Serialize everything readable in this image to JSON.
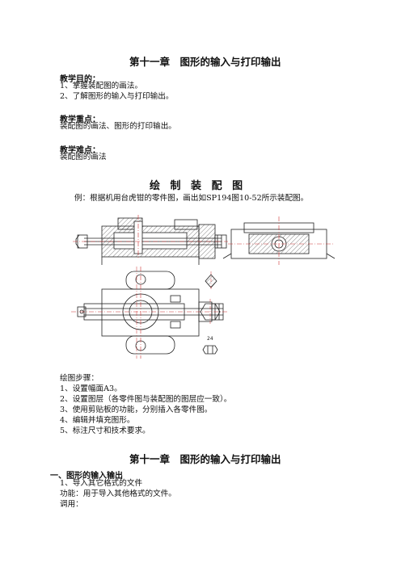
{
  "page1": {
    "chapter_title": "第十一章　图形的输入与打印输出",
    "goal_heading": "教学目的：",
    "goal_items": [
      "1、掌握装配图的画法。",
      "2、了解图形的输入与打印输出。"
    ],
    "key_heading": "教学重点：",
    "key_text": "装配图的画法、图形的打印输出。",
    "difficulty_heading": "教学难点：",
    "difficulty_text": "装配图的画法",
    "section_title": "绘 制 装 配 图",
    "example_text": "例：根据机用台虎钳的零件图，画出如SP194图10-52所示装配图。",
    "drawing_label": "24",
    "steps_heading": "绘图步骤：",
    "steps": [
      "1、设置幅面A3。",
      "2、设置图层（各零件图与装配图的图层应一致）。",
      "3、使用剪贴板的功能，分别插入各零件图。",
      "4、编辑并填充图形。",
      "5、标注尺寸和技术要求。"
    ]
  },
  "page2": {
    "chapter_title": "第十一章　图形的输入与打印输出",
    "section_heading": "一、图形的输入输出",
    "item_title": "1、导入其它格式的文件",
    "function_text": "功能：用于导入其他格式的文件。",
    "call_text": "调用："
  }
}
